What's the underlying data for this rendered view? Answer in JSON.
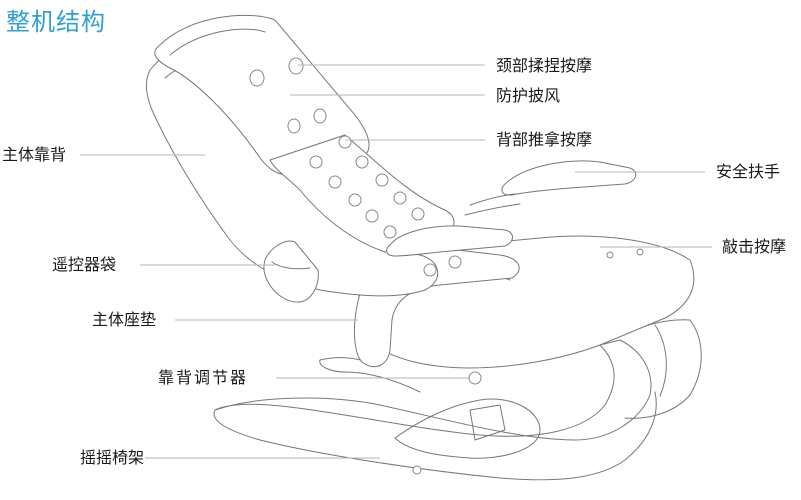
{
  "title": "整机结构",
  "labels": {
    "neck": "颈部揉捏按摩",
    "windbreak": "防护披风",
    "back_massage": "背部推拿按摩",
    "main_back": "主体靠背",
    "armrest": "安全扶手",
    "remote_bag": "遥控器袋",
    "tapping": "敲击按摩",
    "seat": "主体座垫",
    "adjuster": "靠背调节器",
    "rocker": "摇摇椅架"
  },
  "colors": {
    "title": "#2f9fd9",
    "text": "#1a1a1a",
    "line": "#b5b5b5"
  }
}
